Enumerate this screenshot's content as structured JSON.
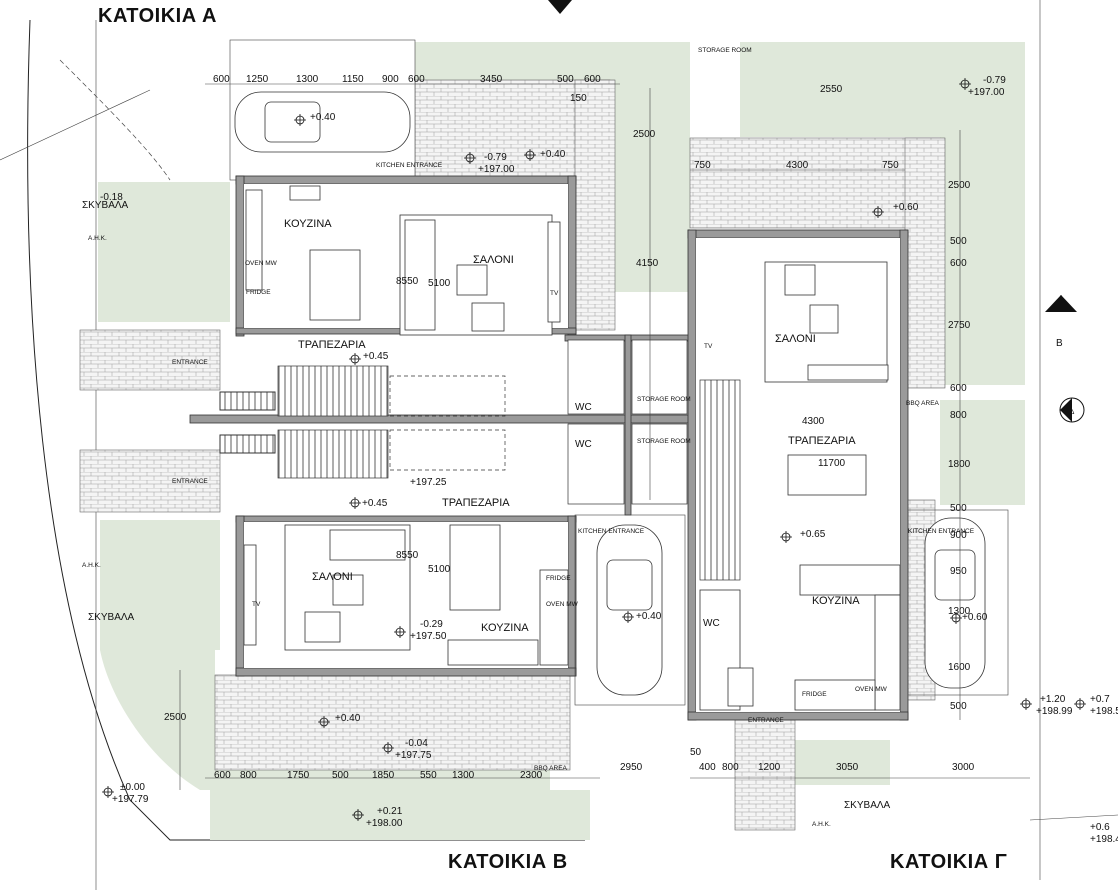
{
  "titles": {
    "house_a": "ΚΑΤΟΙΚΙΑ Α",
    "house_b": "ΚΑΤΟΙΚΙΑ Β",
    "house_c": "ΚΑΤΟΙΚΙΑ Γ"
  },
  "rooms": {
    "kitchen": "ΚΟΥΖΙΝΑ",
    "living": "ΣΑΛΟΝΙ",
    "dining": "ΤΡΑΠΕΖΑΡΙΑ",
    "wc": "WC",
    "storage": "STORAGE ROOM",
    "kitchen_entrance": "KITCHEN ENTRANCE",
    "entrance": "ENTRANCE",
    "bins": "ΣΚΥΒΑΛΑ",
    "bbq": "BBQ AREA",
    "ahk": "A.H.K.",
    "fridge": "FRIDGE",
    "oven": "OVEN MW",
    "tv": "TV"
  },
  "levels": {
    "car_a": "+0.40",
    "a_top_left": "-0.18",
    "a_front": "-0.79",
    "a_front_abs": "+197.00",
    "a_front2": "+0.40",
    "c_top": "-0.79",
    "c_top_abs": "+197.00",
    "c_court": "+0.60",
    "stairs": "+0.45",
    "stairs_b": "+0.45",
    "b_stair_abs": "+197.25",
    "b_ext": "-0.29",
    "b_ext_abs": "+197.50",
    "c_floor": "+0.65",
    "car_b": "+0.40",
    "car_c": "+0.60",
    "b_terrace": "+0.40",
    "b_garden": "-0.04",
    "b_garden_abs": "+197.75",
    "b_street": "+0.21",
    "b_street_abs": "+198.00",
    "site_left": "±0.00",
    "site_left_abs": "+197.79",
    "right1": "+1.20",
    "right1_abs": "+198.99",
    "right2": "+0.7",
    "right2_abs": "+198.5",
    "right3": "+0.6",
    "right3_abs": "+198.4"
  },
  "dims": {
    "a_top": [
      "600",
      "1250",
      "1300",
      "1150",
      "900",
      "600",
      "3450",
      "500",
      "600",
      "150"
    ],
    "a_left": [
      "2500",
      "4150",
      "8550",
      "5100"
    ],
    "b_left": [
      "8550",
      "5100",
      "2500"
    ],
    "b_bottom": [
      "600",
      "800",
      "1750",
      "500",
      "1850",
      "550",
      "1300",
      "2300",
      "2950",
      "400",
      "800",
      "1200",
      "3050",
      "3000",
      "50"
    ],
    "c_top": [
      "750",
      "4300",
      "750",
      "2550",
      "2500",
      "500",
      "600",
      "2750",
      "600",
      "800",
      "1800",
      "500",
      "4300",
      "11700",
      "900",
      "950",
      "1300",
      "1600",
      "500"
    ]
  },
  "north": {
    "letter": "Β",
    "symbol": "Δ"
  }
}
